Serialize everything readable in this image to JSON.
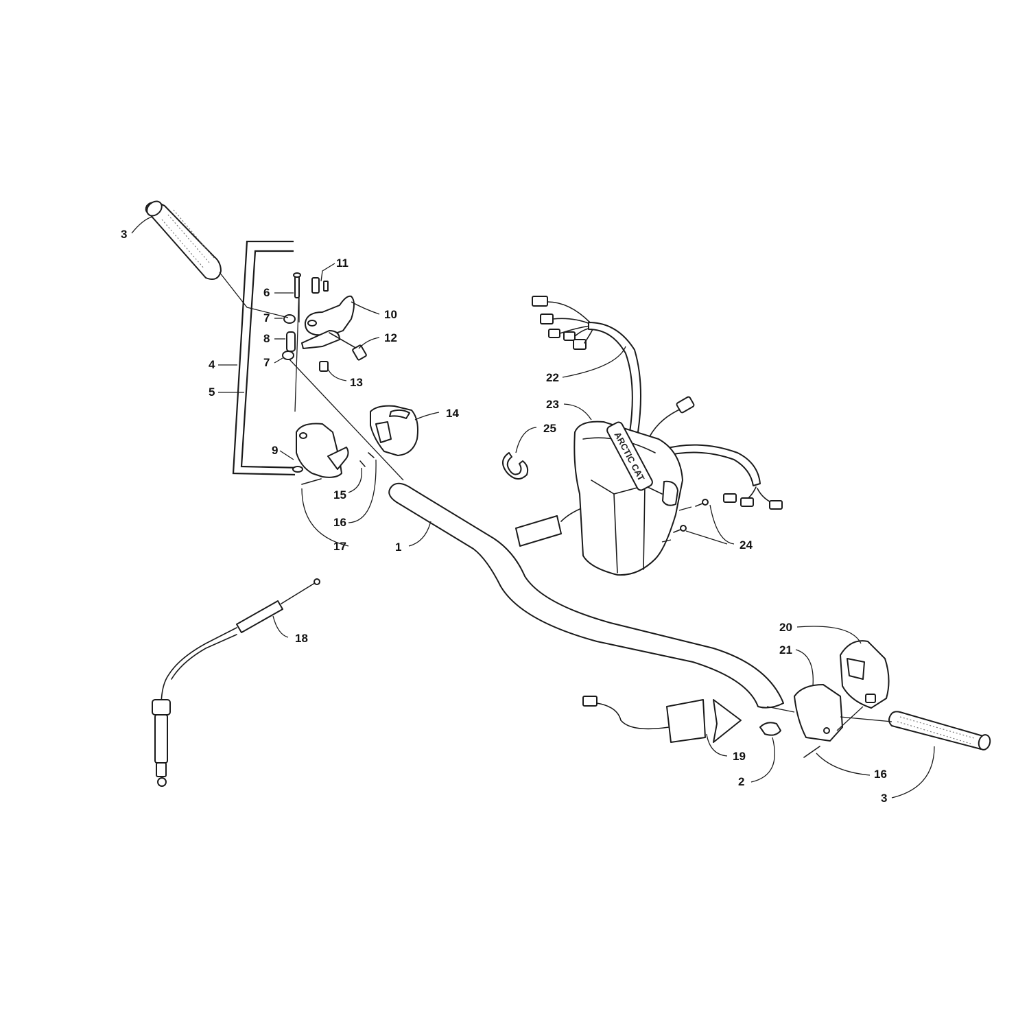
{
  "callouts": {
    "c1": "1",
    "c2": "2",
    "c3a": "3",
    "c3b": "3",
    "c4": "4",
    "c5": "5",
    "c6": "6",
    "c7a": "7",
    "c7b": "7",
    "c8": "8",
    "c9": "9",
    "c10": "10",
    "c11": "11",
    "c12": "12",
    "c13": "13",
    "c14": "14",
    "c15": "15",
    "c16a": "16",
    "c16b": "16",
    "c17": "17",
    "c18": "18",
    "c19": "19",
    "c20": "20",
    "c21": "21",
    "c22": "22",
    "c23": "23",
    "c24": "24",
    "c25": "25"
  },
  "brand_badge": "ARCTIC CAT",
  "colors": {
    "line": "#1a1a1a",
    "background": "#ffffff"
  }
}
